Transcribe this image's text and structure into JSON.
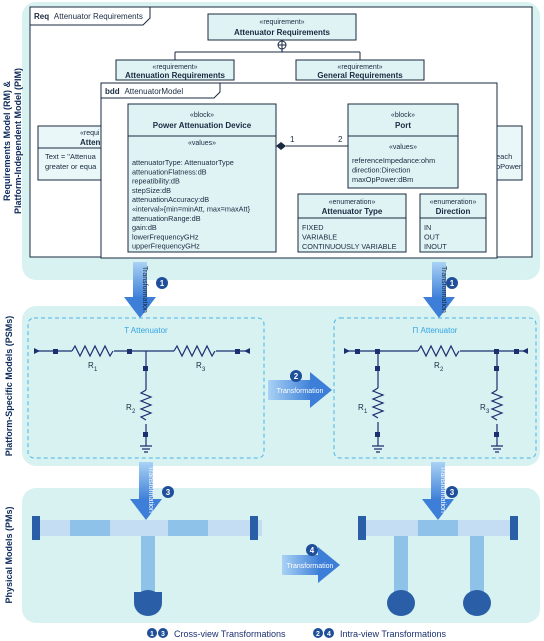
{
  "side_labels": {
    "requirements_line1": "Requirements Model (RM) &",
    "requirements_line2": "Platform-Independent Model (PIM)",
    "psm": "Platform-Specific Models (PSMs)",
    "pm": "Physical Models (PMs)"
  },
  "req_diagram": {
    "frame_keyword": "Req",
    "frame_name": "Attenuator Requirements",
    "top_stereotype": "«requirement»",
    "top_name": "Attenuator Requirements",
    "left_stereotype": "«requirement»",
    "left_name": "Attenuation Requirements",
    "right_stereotype": "«requirement»",
    "right_name": "General Requirements",
    "hidden_left_stereotype": "«requi",
    "hidden_left_name": "Atten",
    "hidden_left_text1": "Text = \"Attenua",
    "hidden_left_text2": "greater or equa",
    "hidden_right_text1": "each",
    "hidden_right_text2": "oPower"
  },
  "bdd": {
    "frame_keyword": "bdd",
    "frame_name": "AttenuatorModel",
    "pad": {
      "stereotype": "«block»",
      "name": "Power Attenuation Device",
      "compartment": "«values»",
      "values": [
        "attenuatorType: AttenuatorType",
        "attenuationFlatness:dB",
        "repeatibility:dB",
        "stepSize:dB",
        "attenuationAccuracy:dB",
        "«interval»{min=minAtt, max=maxAtt}",
        "attenuationRange:dB",
        "gain:dB",
        "lowerFrequencyGHz",
        "upperFrequencyGHz"
      ]
    },
    "mult_left": "1",
    "mult_right": "2",
    "port": {
      "stereotype": "«block»",
      "name": "Port",
      "compartment": "«values»",
      "values": [
        "referenceImpedance:ohm",
        "direction:Direction",
        "maxOpPower:dBm"
      ]
    },
    "enum_type": {
      "stereotype": "«enumeration»",
      "name": "Attenuator Type",
      "literals": [
        "FIXED",
        "VARIABLE",
        "CONTINUOUSLY VARIABLE"
      ]
    },
    "enum_dir": {
      "stereotype": "«enumeration»",
      "name": "Direction",
      "literals": [
        "IN",
        "OUT",
        "INOUT"
      ]
    }
  },
  "psm": {
    "t_title": "T Attenuator",
    "pi_title": "Π Attenuator",
    "t_r1": "R",
    "t_r1_sub": "1",
    "t_r2": "R",
    "t_r2_sub": "2",
    "t_r3": "R",
    "t_r3_sub": "3",
    "pi_r1": "R",
    "pi_r1_sub": "1",
    "pi_r2": "R",
    "pi_r2_sub": "2",
    "pi_r3": "R",
    "pi_r3_sub": "3"
  },
  "arrows": {
    "transformation": "Transformation",
    "step1": "1",
    "step2": "2",
    "step3": "3",
    "step4": "4"
  },
  "legend": {
    "cross_view": "Cross-view Transformations",
    "intra_view": "Intra-view Transformations",
    "c1": "1",
    "c3": "3",
    "c2": "2",
    "c4": "4"
  },
  "colors": {
    "panel": "#d8f1f1",
    "arrow": "#4f8fe0",
    "circle": "#1f4f9a",
    "accent": "#33a6e6",
    "pad": "#2a5fa8",
    "stripe": "#8fc2e8"
  }
}
